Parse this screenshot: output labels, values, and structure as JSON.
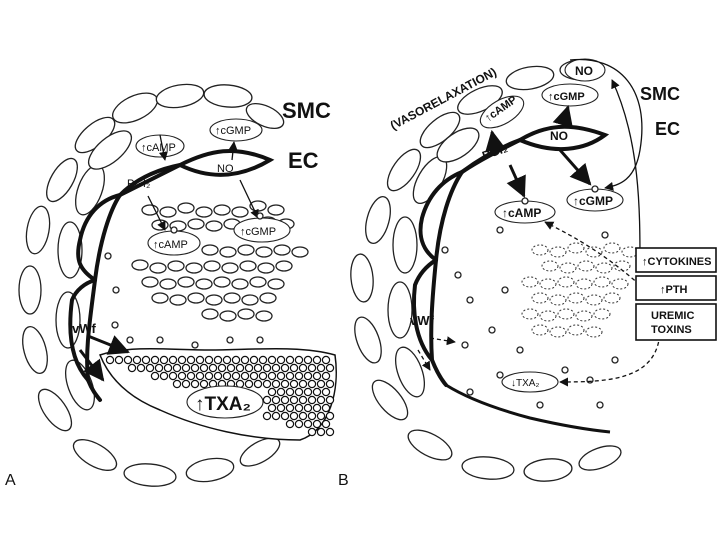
{
  "panelA": {
    "letter": "A",
    "smc": "SMC",
    "ec": "EC",
    "camp_top": "↑cAMP",
    "cgmp_top": "↑cGMP",
    "no": "NO",
    "pgi2": "PGI₂",
    "camp_lower": "↑cAMP",
    "cgmp_lower": "↑cGMP",
    "vwf": "vWf",
    "txa2": "↑TXA₂"
  },
  "panelB": {
    "letter": "B",
    "vasorelaxation": "(VASORELAXATION)",
    "no_top": "NO",
    "camp_top": "↑cAMP",
    "cgmp_top": "↑cGMP",
    "smc": "SMC",
    "ec": "EC",
    "pgi2": "PGI₂",
    "no": "NO",
    "camp_lower": "↑cAMP",
    "cgmp_lower": "↑cGMP",
    "cytokines": "↑CYTOKINES",
    "pth": "↑PTH",
    "uremic_1": "UREMIC",
    "uremic_2": "TOXINS",
    "vwf": "vWf",
    "txa2": "↓TXA₂"
  }
}
